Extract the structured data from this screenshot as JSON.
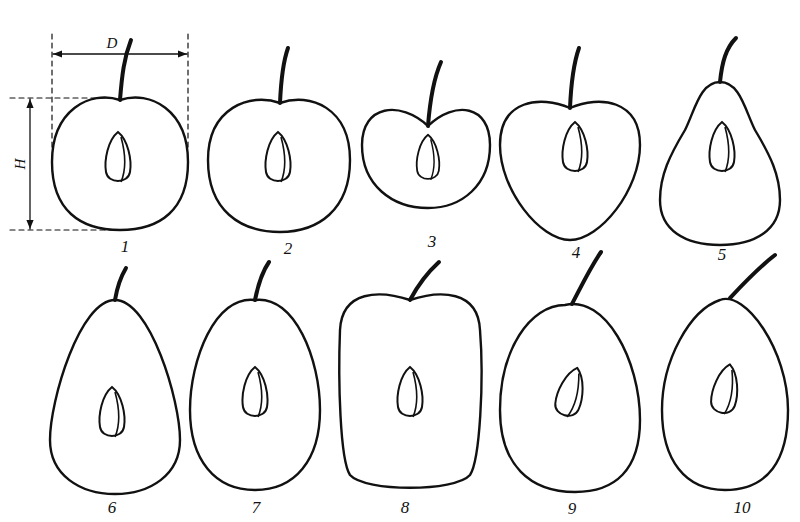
{
  "diagram": {
    "labels": [
      "D",
      "H",
      "1",
      "2",
      "3",
      "4",
      "5",
      "6",
      "7",
      "8",
      "9",
      "10"
    ]
  }
}
